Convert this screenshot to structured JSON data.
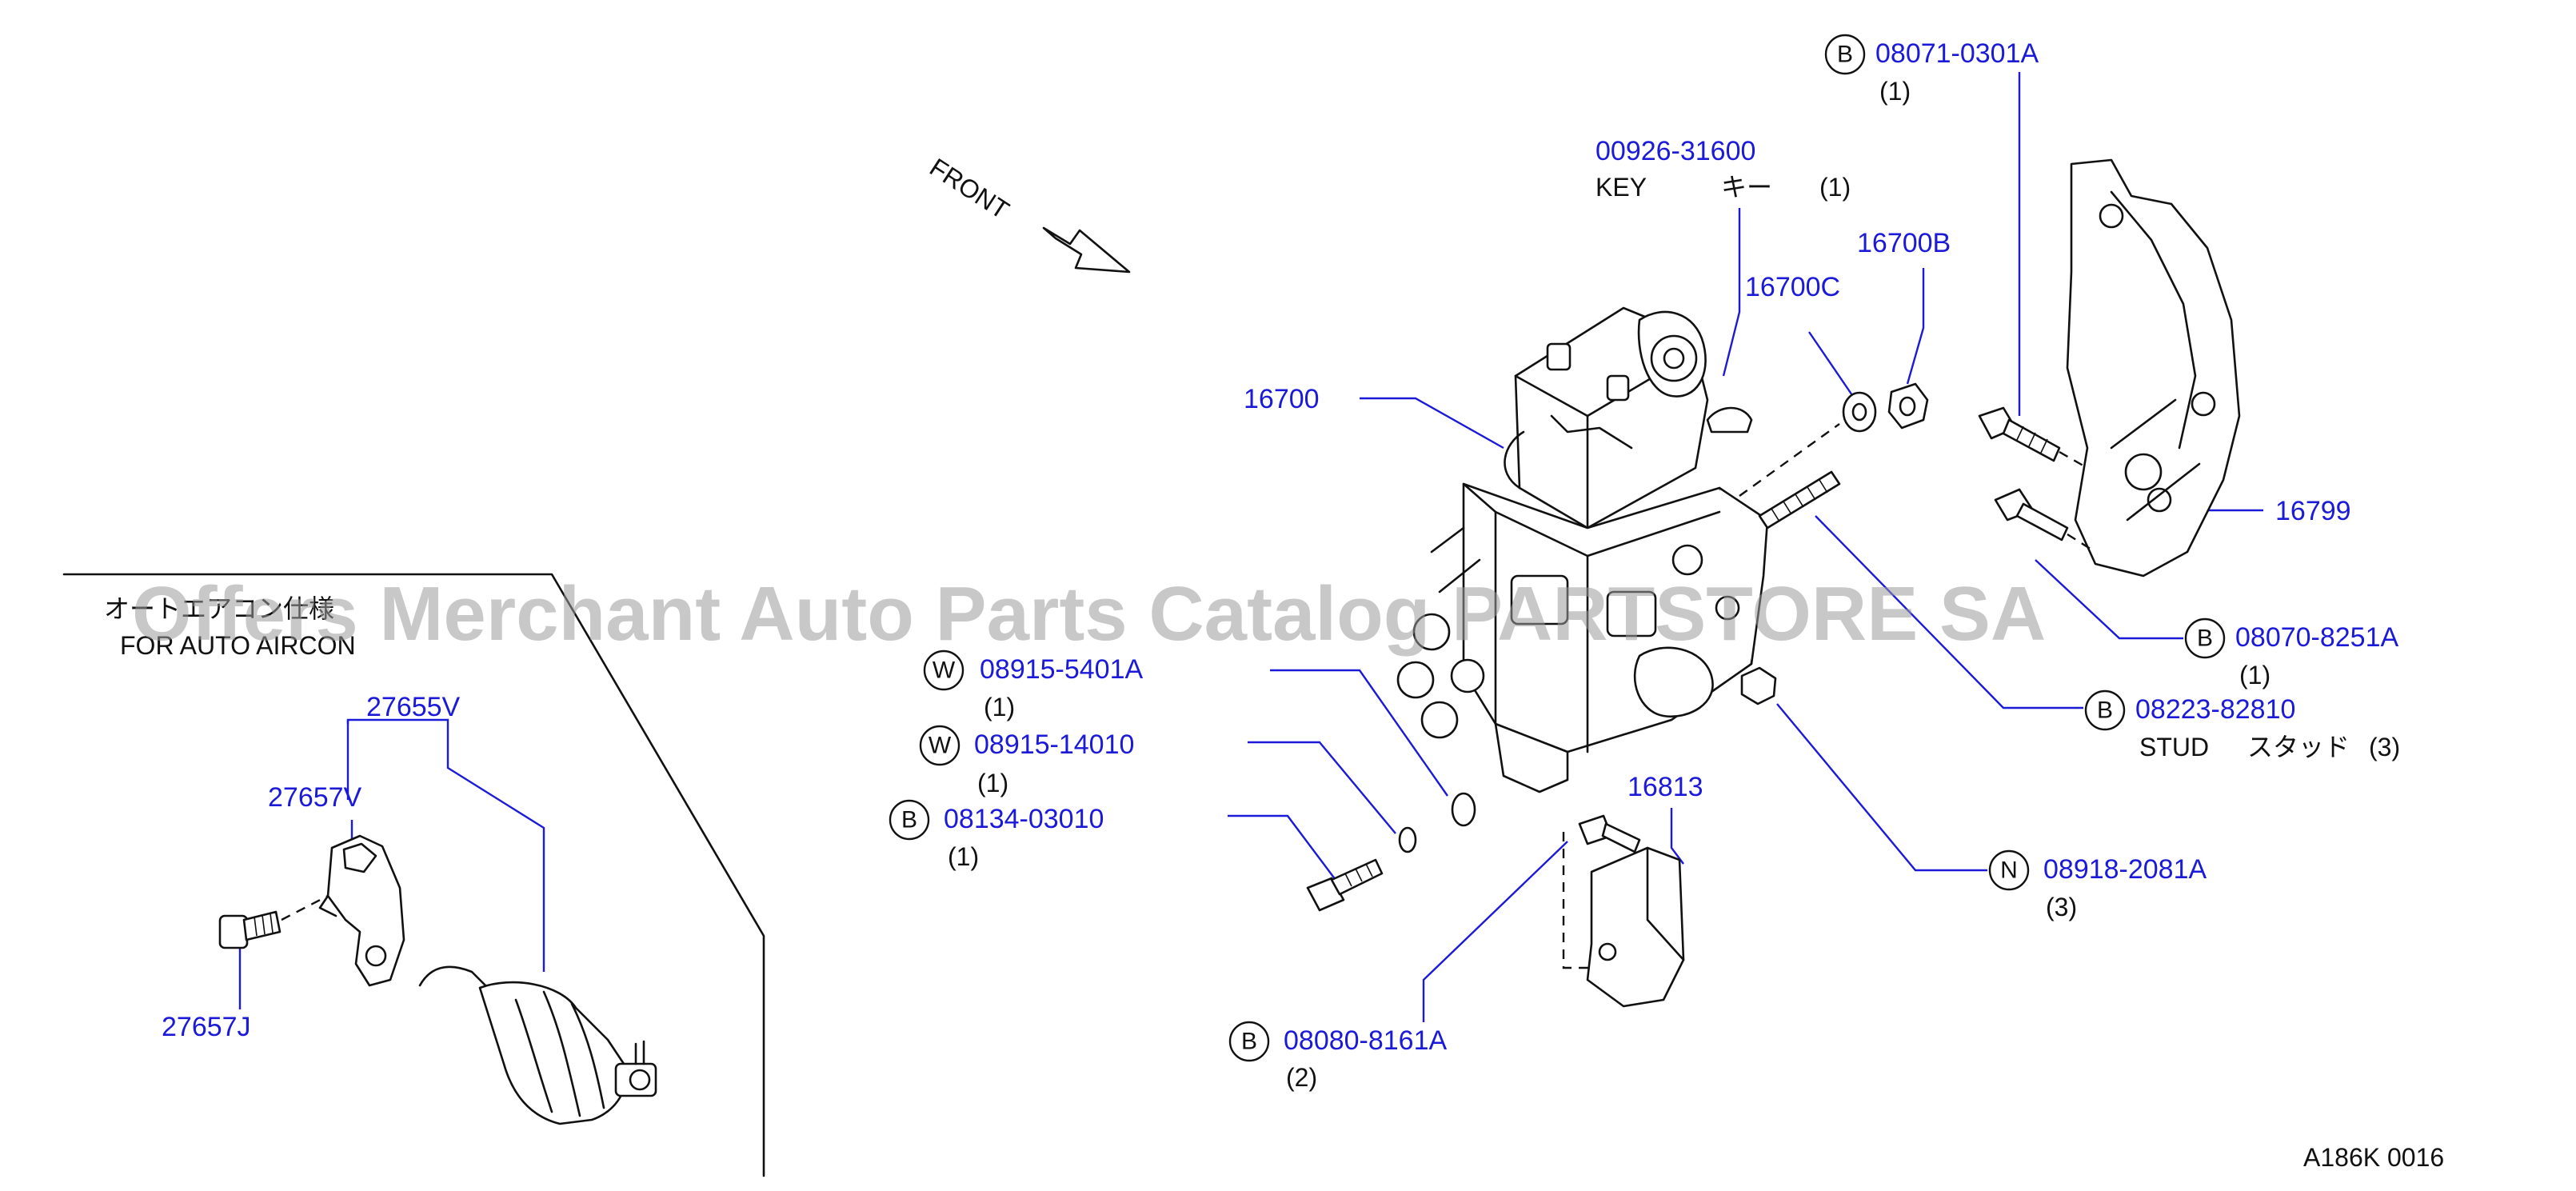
{
  "front_label": "FRONT",
  "inset": {
    "title_jp": "オートエアコン仕様",
    "title_en": "FOR AUTO AIRCON",
    "parts": [
      {
        "pn": "27655V"
      },
      {
        "pn": "27657V"
      },
      {
        "pn": "27657J"
      }
    ]
  },
  "callouts": {
    "c1": {
      "badge": "B",
      "pn": "08071-0301A",
      "qty": "(1)"
    },
    "c2": {
      "pn": "00926-31600",
      "desc": "KEY",
      "desc_jp": "キー",
      "qty": "(1)"
    },
    "c3": {
      "pn": "16700B"
    },
    "c4": {
      "pn": "16700C"
    },
    "c5": {
      "pn": "16700"
    },
    "c6": {
      "pn": "16799"
    },
    "c7": {
      "badge": "B",
      "pn": "08070-8251A",
      "qty": "(1)"
    },
    "c8": {
      "badge": "B",
      "pn": "08223-82810",
      "desc": "STUD",
      "desc_jp": "スタッド",
      "qty": "(3)"
    },
    "c9": {
      "badge": "W",
      "pn": "08915-5401A",
      "qty": "(1)"
    },
    "c10": {
      "badge": "W",
      "pn": "08915-14010",
      "qty": "(1)"
    },
    "c11": {
      "badge": "B",
      "pn": "08134-03010",
      "qty": "(1)"
    },
    "c12": {
      "pn": "16813"
    },
    "c13": {
      "badge": "N",
      "pn": "08918-2081A",
      "qty": "(3)"
    },
    "c14": {
      "badge": "B",
      "pn": "08080-8161A",
      "qty": "(2)"
    }
  },
  "diagram_code": "A186K  0016",
  "watermark": "Offers Merchant Auto Parts Catalog PARTSTORE SA",
  "colors": {
    "part_number": "#1a1ad8",
    "text": "#111111",
    "watermark": "#9a9a9a"
  }
}
